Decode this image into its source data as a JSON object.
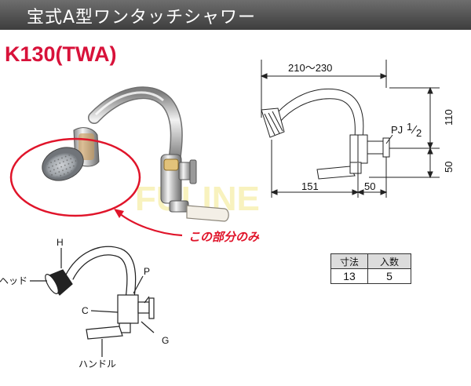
{
  "header": {
    "title": "宝式A型ワンタッチシャワー"
  },
  "product": {
    "model": "K130(TWA)"
  },
  "callout": {
    "text": "この部分のみ"
  },
  "dimensions": {
    "width_range": "210〜230",
    "height_top": "110",
    "height_bottom": "50",
    "depth_left": "151",
    "depth_right": "50",
    "thread_label": "PJ",
    "thread_num": "1",
    "thread_den": "2"
  },
  "parts": {
    "h": "H",
    "head": "ヘッド",
    "p": "P",
    "c": "C",
    "g": "G",
    "handle": "ハンドル"
  },
  "spec_table": {
    "headers": [
      "寸法",
      "入数"
    ],
    "row": [
      "13",
      "5"
    ]
  },
  "watermark": {
    "text": "FULINE"
  },
  "colors": {
    "accent_red": "#e0142a",
    "model_red": "#d8123a",
    "header_gray": "#505050"
  }
}
